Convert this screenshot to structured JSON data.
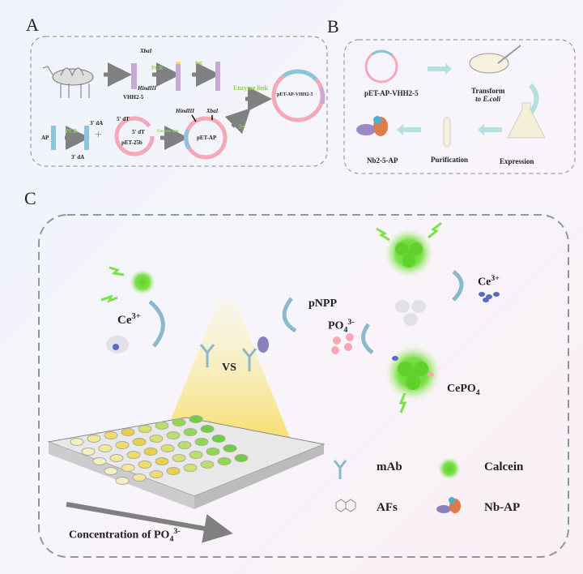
{
  "panels": {
    "a": "A",
    "b": "B",
    "c": "C"
  },
  "panel_a": {
    "xbai_top": "XbaI",
    "pcr_top": "PCR",
    "hindiii_top": "HindIII",
    "vhh_label": "VHH2-5",
    "enzyme_link_big": "Enzyme link",
    "plasmid_final": "pET-AP-VHH2-5",
    "ap_label": "AP",
    "pcr_bottom": "PCR",
    "da_top": "3′ dA",
    "da_bottom": "3′ dA",
    "dt_outer": "5′ dT",
    "dt_inner": "5′ dT",
    "pet25b": "pET-25b",
    "enzyme_link_small": "Enzyme link",
    "hindiii_bottom": "HindIII",
    "xbai_bottom": "XbaI",
    "pet_ap": "pET-AP",
    "plus": "+"
  },
  "panel_b": {
    "plasmid": "pET-AP-VHH2-5",
    "transform_line1": "Transform",
    "transform_line2": "to E.coli",
    "expression": "Expression",
    "purification": "Purification",
    "product": "Nb2-5-AP"
  },
  "panel_c": {
    "ce_left": "Ce",
    "ce_left_sup": "3+",
    "vs": "VS",
    "pnpp": "pNPP",
    "po4": "PO",
    "po4_sub": "4",
    "po4_sup": "3-",
    "ce_right": "Ce",
    "ce_right_sup": "3+",
    "cepo4": "CePO",
    "cepo4_sub": "4",
    "concentration": "Concentration of PO",
    "conc_sub": "4",
    "conc_sup": "3-",
    "legend": {
      "mab": "mAb",
      "calcein": "Calcein",
      "afs": "AFs",
      "nbap": "Nb-AP"
    }
  },
  "colors": {
    "vhh": "#c8a8d4",
    "ap": "#8cc4dc",
    "plasmid": "#f4a8b8",
    "calcein": "#6fd43c",
    "arrow": "#808080",
    "arrow_b": "#b5e0e0"
  }
}
